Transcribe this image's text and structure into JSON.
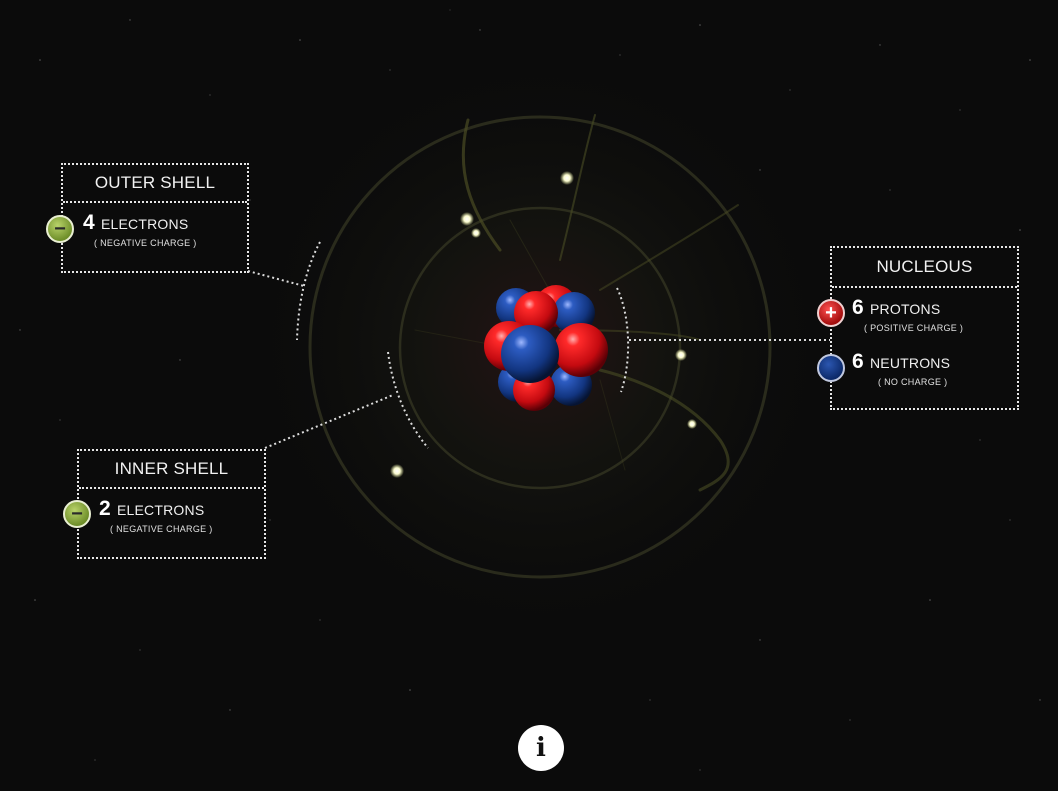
{
  "panels": {
    "outer": {
      "title": "OUTER SHELL",
      "count": "4",
      "unit": "ELECTRONS",
      "charge": "( NEGATIVE CHARGE )",
      "icon": "minus-icon"
    },
    "inner": {
      "title": "INNER SHELL",
      "count": "2",
      "unit": "ELECTRONS",
      "charge": "( NEGATIVE CHARGE )",
      "icon": "minus-icon"
    },
    "nucleus": {
      "title": "NUCLEOUS",
      "protons": {
        "count": "6",
        "unit": "PROTONS",
        "charge": "( POSITIVE CHARGE )",
        "icon": "plus-icon"
      },
      "neutrons": {
        "count": "6",
        "unit": "NEUTRONS",
        "charge": "( NO CHARGE )",
        "icon": "neutral-icon"
      }
    }
  },
  "info_button": {
    "label": "i",
    "icon": "info-icon"
  },
  "colors": {
    "background": "#0b0b0b",
    "proton": "#e0141a",
    "neutron": "#173c8c",
    "electron": "#fbfbd8",
    "electron_badge": "#8fae3a",
    "label_text": "#ffffff"
  }
}
